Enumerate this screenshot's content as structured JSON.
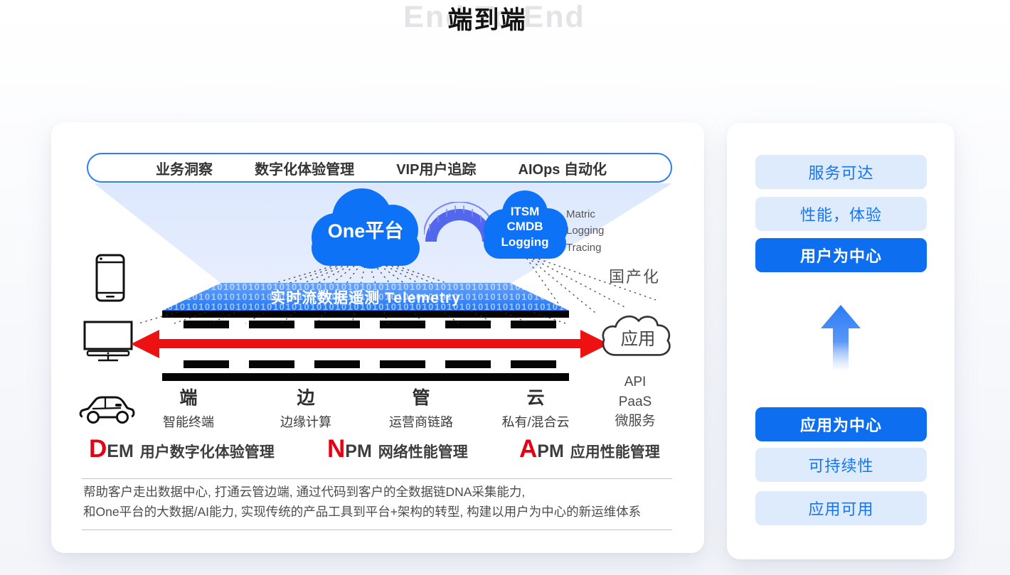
{
  "page": {
    "title_en": "End To End",
    "title_zh": "端到端"
  },
  "pill": {
    "items": [
      "业务洞察",
      "数字化体验管理",
      "VIP用户追踪",
      "AIOps 自动化"
    ]
  },
  "clouds": {
    "one_platform": "One平台",
    "itsm": [
      "ITSM",
      "CMDB",
      "Logging"
    ],
    "side_note": [
      "Matric",
      "Logging",
      "Tracing"
    ],
    "app": "应用"
  },
  "labels": {
    "domestic": "国产化",
    "api_stack": [
      "API",
      "PaaS",
      "微服务"
    ]
  },
  "telemetry": {
    "title": "实时流数据遥测 Telemetry",
    "binary": "010101010101010101010101010101010101010101010101010101010101010101010101010101010101"
  },
  "columns": [
    {
      "key": "端",
      "desc": "智能终端"
    },
    {
      "key": "边",
      "desc": "边缘计算"
    },
    {
      "key": "管",
      "desc": "运营商链路"
    },
    {
      "key": "云",
      "desc": "私有/混合云"
    }
  ],
  "products": [
    {
      "initial": "D",
      "rest": "EM",
      "desc": "用户数字化体验管理"
    },
    {
      "initial": "N",
      "rest": "PM",
      "desc": "网络性能管理"
    },
    {
      "initial": "A",
      "rest": "PM",
      "desc": "应用性能管理"
    }
  ],
  "footer": {
    "line1": "帮助客户走出数据中心, 打通云管边端, 通过代码到客户的全数据链DNA采集能力,",
    "line2": "和One平台的大数据/AI能力, 实现传统的产品工具到平台+架构的转型, 构建以用户为中心的新运维体系"
  },
  "right_panel": {
    "items": [
      {
        "label": "服务可达",
        "style": "light"
      },
      {
        "label": "性能，体验",
        "style": "light"
      },
      {
        "label": "用户为中心",
        "style": "solid"
      },
      {
        "label": "应用为中心",
        "style": "solid"
      },
      {
        "label": "可持续性",
        "style": "light"
      },
      {
        "label": "应用可用",
        "style": "light"
      }
    ]
  },
  "colors": {
    "cloud_blue": "#0d72f5",
    "chip_light_bg": "#ddebfc",
    "chip_blue": "#0d6ff0",
    "accent_text_blue": "#1674f5",
    "arrow_red": "#ee1111",
    "bridge_purple": "#5266ee",
    "title_gray": "#e3e4e7"
  }
}
